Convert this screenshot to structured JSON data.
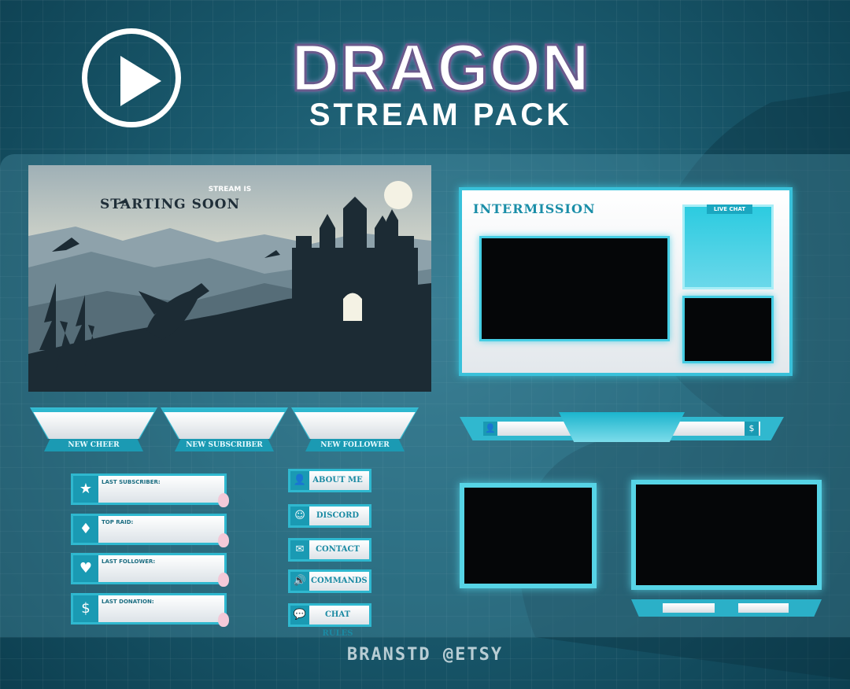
{
  "header": {
    "title": "DRAGON",
    "subtitle": "STREAM PACK"
  },
  "starting_soon": {
    "small": "STREAM IS",
    "big": "STARTING SOON"
  },
  "intermission": {
    "title": "INTERMISSION",
    "chat_label": "LIVE CHAT"
  },
  "alerts": [
    {
      "label": "NEW CHEER"
    },
    {
      "label": "NEW SUBSCRIBER"
    },
    {
      "label": "NEW FOLLOWER"
    }
  ],
  "info_bars": [
    {
      "label": "LAST SUBSCRIBER:",
      "icon": "star-icon",
      "glyph": "★"
    },
    {
      "label": "TOP RAID:",
      "icon": "diamond-icon",
      "glyph": "♦"
    },
    {
      "label": "LAST FOLLOWER:",
      "icon": "heart-icon",
      "glyph": "♥"
    },
    {
      "label": "LAST DONATION:",
      "icon": "dollar-icon",
      "glyph": "$"
    }
  ],
  "panels": [
    {
      "label": "ABOUT ME",
      "icon": "user-icon",
      "glyph": "👤"
    },
    {
      "label": "DISCORD",
      "icon": "discord-icon",
      "glyph": "☺"
    },
    {
      "label": "CONTACT",
      "icon": "envelope-icon",
      "glyph": "✉"
    },
    {
      "label": "COMMANDS",
      "icon": "speaker-icon",
      "glyph": "🔊"
    },
    {
      "label": "CHAT RULES",
      "icon": "chat-icon",
      "glyph": "💬"
    }
  ],
  "bar_icons": {
    "left": "👤",
    "right": "$"
  },
  "footer": "BRANSTD @ETSY",
  "colors": {
    "accent": "#2fb8cf",
    "dark": "#0f4658",
    "title_stroke": "#6a5a8c"
  }
}
